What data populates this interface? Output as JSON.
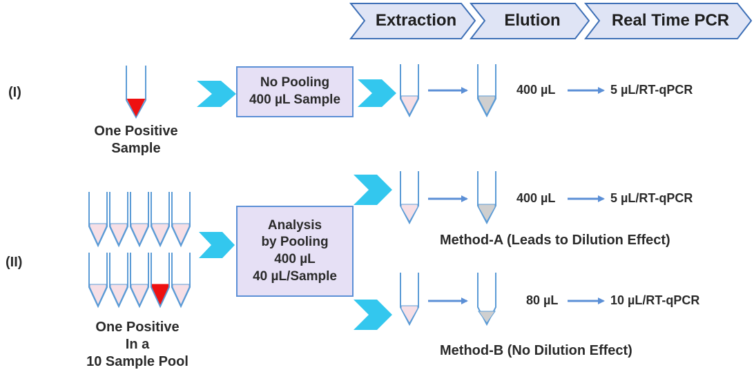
{
  "header": {
    "steps": [
      {
        "label": "Extraction"
      },
      {
        "label": "Elution"
      },
      {
        "label": "Real Time PCR"
      }
    ]
  },
  "colors": {
    "chevron_fill": "#dfe4f5",
    "chevron_stroke": "#3d6fb6",
    "big_chevron": "#33c7ee",
    "arrow": "#5b8fd6",
    "positive": "#ee1111",
    "pink": "#f6dfe6",
    "grey": "#cfcfcf",
    "tube_stroke": "#5b9bd6"
  },
  "row1": {
    "roman": "(I)",
    "sample_label": [
      "One Positive",
      "Sample"
    ],
    "box_lines": [
      "No Pooling",
      "400 µL Sample"
    ],
    "volume": "400 µL",
    "pcr": "5 µL/RT-qPCR"
  },
  "row2": {
    "roman": "(II)",
    "sample_label": [
      "One Positive",
      "In a",
      "10 Sample Pool"
    ],
    "box_lines": [
      "Analysis",
      "by Pooling",
      "400 µL",
      "40 µL/Sample"
    ],
    "method_a": {
      "volume": "400 µL",
      "pcr": "5 µL/RT-qPCR",
      "label": "Method-A (Leads to Dilution Effect)"
    },
    "method_b": {
      "volume": "80 µL",
      "pcr": "10 µL/RT-qPCR",
      "label": "Method-B (No Dilution Effect)"
    }
  }
}
